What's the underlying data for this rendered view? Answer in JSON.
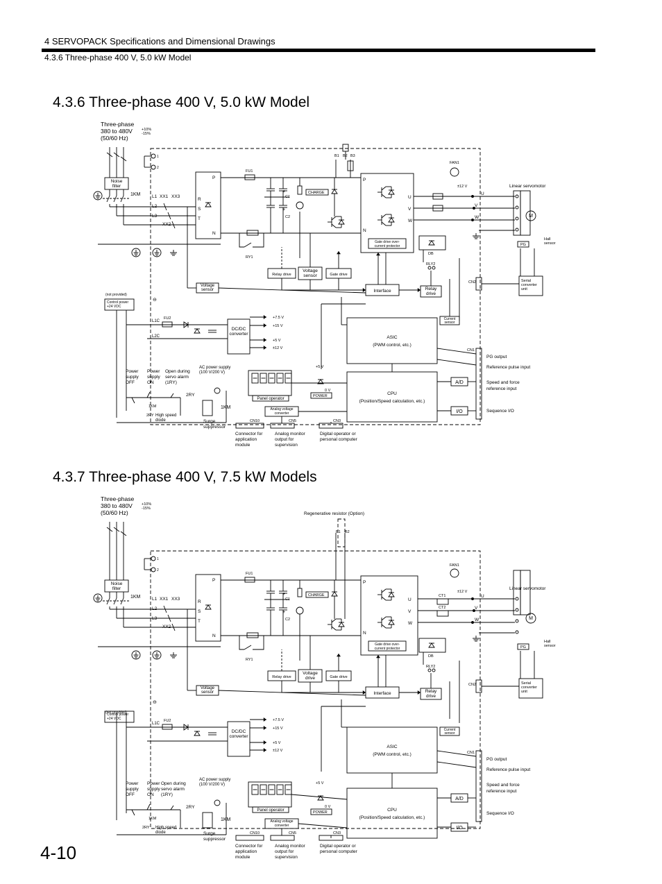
{
  "header": {
    "chapter": "4 SERVOPACK Specifications and Dimensional Drawings",
    "section": "4.3.6  Three-phase 400 V, 5.0 kW Model"
  },
  "diagram1": {
    "title": "4.3.6  Three-phase 400 V, 5.0 kW Model",
    "supply": [
      "Three-phase",
      "380 to 480V",
      "(50/60 Hz)"
    ],
    "tol": [
      "+10%",
      "-15%"
    ],
    "t1": "1",
    "t2": "2",
    "noise": [
      "Noise",
      "filter"
    ],
    "km": "1KM",
    "l1": "L1",
    "l2": "L2",
    "l3": "L3",
    "xx1": "XX1",
    "xx3": "XX3",
    "xx2": "XX2",
    "r": "R",
    "s": "S",
    "t": "T",
    "p": "P",
    "n": "N",
    "fu1": "FU1",
    "ry1": "RY1",
    "c1": "C1",
    "c2": "C2",
    "plus": "+",
    "charge": "CHARGE",
    "b1": "B1",
    "b2": "B2",
    "b3": "B3",
    "fan": "FAN1",
    "fanv": "±12 V",
    "u": "U",
    "v": "V",
    "w": "W",
    "gate_prot": [
      "Gate drive over-",
      "current protector"
    ],
    "db": "DB",
    "rly2": "RLY2",
    "relay_drive": "Relay drive",
    "voltage_sensor": [
      "Voltage",
      "sensor"
    ],
    "gate_drive": "Gate drive",
    "interface": "Interface",
    "relay2": [
      "Relay",
      "drive"
    ],
    "cn2": "CN2",
    "linear_motor": "Linear servomotor",
    "m": "M",
    "pg": "PG",
    "hall": [
      "Hall",
      "sensor"
    ],
    "serial": [
      "Serial",
      "converter",
      "unit"
    ],
    "not_provided": "(not provided)",
    "ctrl_power": [
      "Control power",
      "+24 VDC"
    ],
    "l1c": "L1C",
    "l2c": "L2C",
    "fu2": "FU2",
    "dcdc": [
      "DC/DC",
      "converter"
    ],
    "volts": [
      "+7.5 V",
      "+15 V",
      "+5 V",
      "±12 V"
    ],
    "current_sensor": [
      "Current",
      "sensor"
    ],
    "asic": [
      "ASIC",
      "(PWM control, etc.)"
    ],
    "cn1": "CN1",
    "pg_out": "PG output",
    "ref_pulse": "Reference pulse input",
    "speed_force": [
      "Speed and force",
      "reference input"
    ],
    "seq": "Sequence I/O",
    "cpu": [
      "CPU",
      "(Position/Speed calculation, etc.)"
    ],
    "ad": "A/D",
    "io": "I/O",
    "panel": "Panel operator",
    "seg": "88888",
    "p5v": "+5 V",
    "zero": "0 V",
    "power_led": "POWER",
    "analog_conv": [
      "Analog voltage",
      "converter"
    ],
    "cn10": "CN10",
    "cn5": "CN5",
    "cn3": "CN3",
    "power_off": [
      "Power",
      "supply",
      "OFF"
    ],
    "power_on": [
      "Power",
      "supply",
      "ON"
    ],
    "open_alarm": [
      "Open during",
      "servo alarm",
      "(1RY)"
    ],
    "ac_supply": [
      "AC power supply",
      "(100 V/200 V)"
    ],
    "ry2": "2RY",
    "ry2b": "2RY",
    "km1": "1KM",
    "hs_diode": [
      "High speed",
      "diode"
    ],
    "surge": [
      "Surge",
      "suppressor"
    ],
    "cn10_lbl": [
      "Connector for",
      "application",
      "module"
    ],
    "cn5_lbl": [
      "Analog monitor",
      "output for",
      "supervision"
    ],
    "cn3_lbl": [
      "Digital operator or",
      "personal computer"
    ]
  },
  "diagram2": {
    "title": "4.3.7  Three-phase 400 V, 7.5 kW Models",
    "supply": [
      "Three-phase",
      "380 to 480V",
      "(50/60 Hz)"
    ],
    "tol": [
      "+10%",
      "-15%"
    ],
    "t1": "1",
    "t2": "2",
    "noise": [
      "Noise",
      "filter"
    ],
    "km": "1KM",
    "l1": "L1",
    "l2": "L2",
    "l3": "L3",
    "xx1": "XX1",
    "xx3": "XX3",
    "xx2": "XX2",
    "r": "R",
    "s": "S",
    "t": "T",
    "p": "P",
    "n": "N",
    "fu1": "FU1",
    "ry1": "RY1",
    "c1": "C1",
    "c2": "C2",
    "plus": "+",
    "charge": "CHARGE",
    "regen": "Regenerative resistor (Option)",
    "b1": "B1",
    "b2": "B2",
    "fan": "FAN1",
    "fanv": "±12 V",
    "u": "U",
    "v": "V",
    "w": "W",
    "ct1": "CT1",
    "ct2": "CT2",
    "gate_prot": [
      "Gate drive over-",
      "current protector"
    ],
    "db": "DB",
    "rly2": "RLY2",
    "relay_drive": "Relay drive",
    "voltage_drive": [
      "Voltage",
      "drive"
    ],
    "gate_drive": "Gate drive",
    "interface": "Interface",
    "relay2": [
      "Relay",
      "drive"
    ],
    "voltage_sensor": [
      "Voltage",
      "sensor"
    ],
    "cn2": "CN2",
    "linear_motor": "Linear servomotor",
    "m": "M",
    "pg": "PG",
    "hall": [
      "Hall",
      "sensor"
    ],
    "serial": [
      "Serial",
      "converter",
      "unit"
    ],
    "not_provided": "(not provided)",
    "ctrl_power": [
      "Control power",
      "+24 VDC"
    ],
    "l1c": "L1C",
    "fu2": "FU2",
    "dcdc": [
      "DC/DC",
      "converter"
    ],
    "volts": [
      "+7.5 V",
      "+15 V",
      "+5 V",
      "±12 V"
    ],
    "current_sensor": [
      "Current",
      "sensor"
    ],
    "asic": [
      "ASIC",
      "(PWM control, etc.)"
    ],
    "cn1": "CN1",
    "pg_out": "PG output",
    "ref_pulse": "Reference pulse input",
    "speed_force": [
      "Speed and force",
      "reference input"
    ],
    "seq": "Sequence I/O",
    "cpu": [
      "CPU",
      "(Position/Speed calculation, etc.)"
    ],
    "ad": "A/D",
    "io": "I/O",
    "panel": "Panel operator",
    "seg": "88888",
    "p5v": "+5 V",
    "zero": "0 V",
    "power_led": "POWER",
    "analog_conv": [
      "Analog voltage",
      "converter"
    ],
    "cn10": "CN10",
    "cn5": "CN5",
    "cn3": "CN3",
    "power_off": [
      "Power",
      "supply",
      "OFF"
    ],
    "power_on": [
      "Power",
      "supply",
      "ON"
    ],
    "open_alarm": [
      "Open during",
      "servo alarm",
      "(1RY)"
    ],
    "ac_supply": [
      "AC power supply",
      "(100 V/200 V)"
    ],
    "ry2": "2RY",
    "ry2b": "2RY",
    "km1": "1KM",
    "hs_diode": [
      "High speed",
      "diode"
    ],
    "surge": [
      "Surge",
      "suppressor"
    ],
    "cn10_lbl": [
      "Connector for",
      "application",
      "module"
    ],
    "cn5_lbl": [
      "Analog monitor",
      "output for",
      "supervision"
    ],
    "cn3_lbl": [
      "Digital operator or",
      "personal computer"
    ]
  },
  "page_number": "4-10"
}
